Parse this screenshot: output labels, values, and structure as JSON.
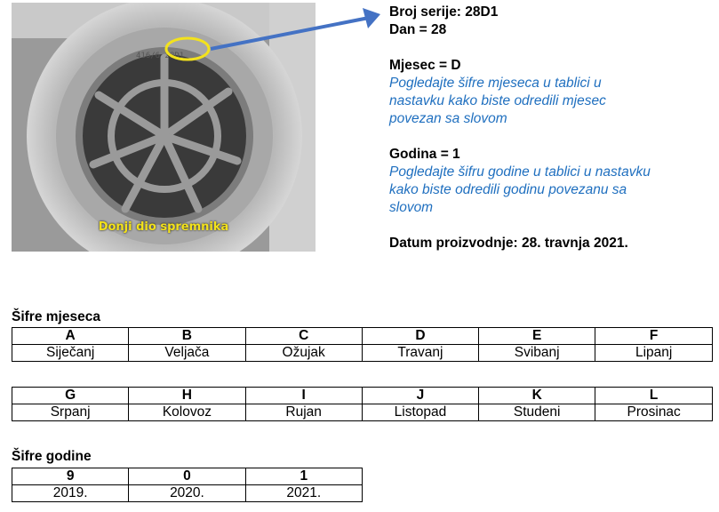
{
  "photo": {
    "code_imprint": "416/6 28D1",
    "caption": "Donji dio spremnika",
    "highlight_color": "#f3e21c",
    "arrow_color": "#4472c4"
  },
  "info": {
    "serial": "Broj serije: 28D1",
    "day": "Dan = 28",
    "month": "Mjesec = D",
    "month_note_1": "Pogledajte šifre mjeseca u tablici u",
    "month_note_2": "nastavku kako biste odredili mjesec",
    "month_note_3": "povezan sa slovom",
    "year": "Godina = 1",
    "year_note_1": "Pogledajte šifru godine u tablici u nastavku",
    "year_note_2": "kako biste odredili godinu povezanu sa",
    "year_note_3": "slovom",
    "production_date": "Datum proizvodnje: 28. travnja 2021.",
    "note_color": "#1f6fbf"
  },
  "month_codes": {
    "title": "Šifre mjeseca",
    "table1": {
      "codes": [
        "A",
        "B",
        "C",
        "D",
        "E",
        "F"
      ],
      "months": [
        "Siječanj",
        "Veljača",
        "Ožujak",
        "Travanj",
        "Svibanj",
        "Lipanj"
      ]
    },
    "table2": {
      "codes": [
        "G",
        "H",
        "I",
        "J",
        "K",
        "L"
      ],
      "months": [
        "Srpanj",
        "Kolovoz",
        "Rujan",
        "Listopad",
        "Studeni",
        "Prosinac"
      ]
    }
  },
  "year_codes": {
    "title": "Šifre godine",
    "codes": [
      "9",
      "0",
      "1"
    ],
    "years": [
      "2019.",
      "2020.",
      "2021."
    ]
  }
}
